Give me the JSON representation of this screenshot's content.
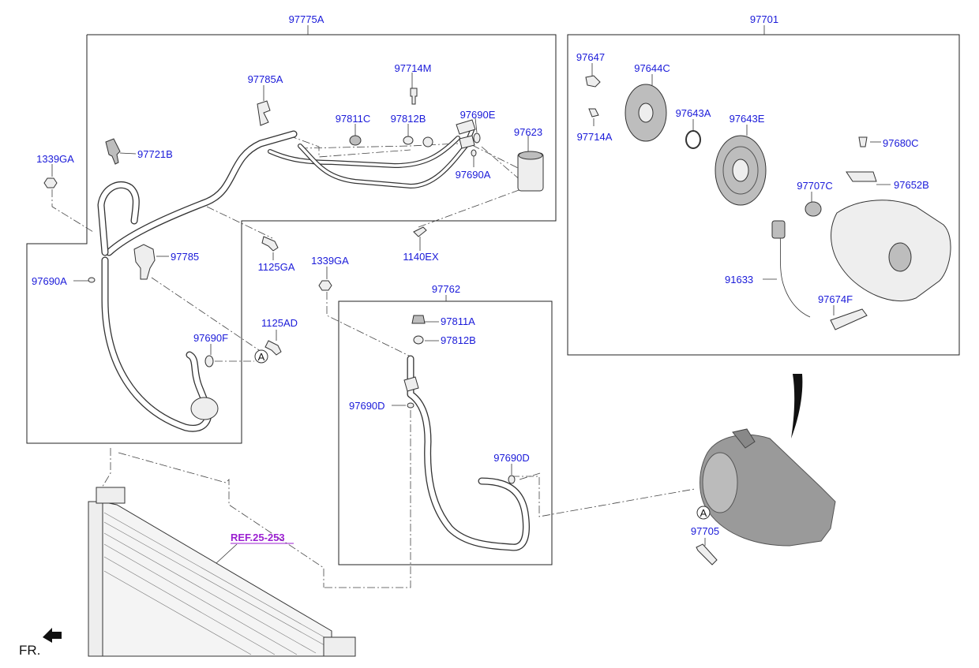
{
  "labels": {
    "l97775a": "97775A",
    "l97701": "97701",
    "l97785a": "97785A",
    "l97714m": "97714M",
    "l97811c": "97811C",
    "l97812b_top": "97812B",
    "l97690e": "97690E",
    "l97623": "97623",
    "l97690a_top": "97690A",
    "l97721b": "97721B",
    "l1339ga_left": "1339GA",
    "l97785": "97785",
    "l97690a_left": "97690A",
    "l1125ga": "1125GA",
    "l1339ga_mid": "1339GA",
    "l1140ex": "1140EX",
    "l1125ad": "1125AD",
    "l97690f": "97690F",
    "l97762": "97762",
    "l97811a": "97811A",
    "l97812b_mid": "97812B",
    "l97690d_left": "97690D",
    "l97690d_right": "97690D",
    "l97647": "97647",
    "l97644c": "97644C",
    "l97643a": "97643A",
    "l97643e": "97643E",
    "l97714a": "97714A",
    "l97680c": "97680C",
    "l97707c": "97707C",
    "l97652b": "97652B",
    "l91633": "91633",
    "l97674f": "97674F",
    "l97705": "97705",
    "marker_a": "A",
    "ref": "REF.25-253",
    "fr": "FR."
  },
  "colors": {
    "part_number": "#1a1ad9",
    "reference": "#9b1fd1",
    "line": "#222222"
  }
}
